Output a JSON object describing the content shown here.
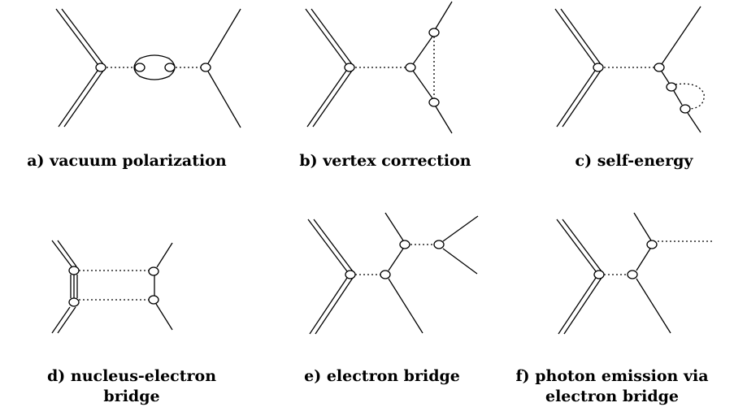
{
  "diagrams": [
    {
      "id": "a",
      "caption": [
        "a) vacuum polarization"
      ]
    },
    {
      "id": "b",
      "caption": [
        "b) vertex correction"
      ]
    },
    {
      "id": "c",
      "caption": [
        "c) self-energy"
      ]
    },
    {
      "id": "d",
      "caption": [
        "d) nucleus-electron",
        "bridge"
      ]
    },
    {
      "id": "e",
      "caption": [
        "e) electron bridge"
      ]
    },
    {
      "id": "f",
      "caption": [
        "f) photon emission via",
        "electron bridge"
      ]
    }
  ]
}
